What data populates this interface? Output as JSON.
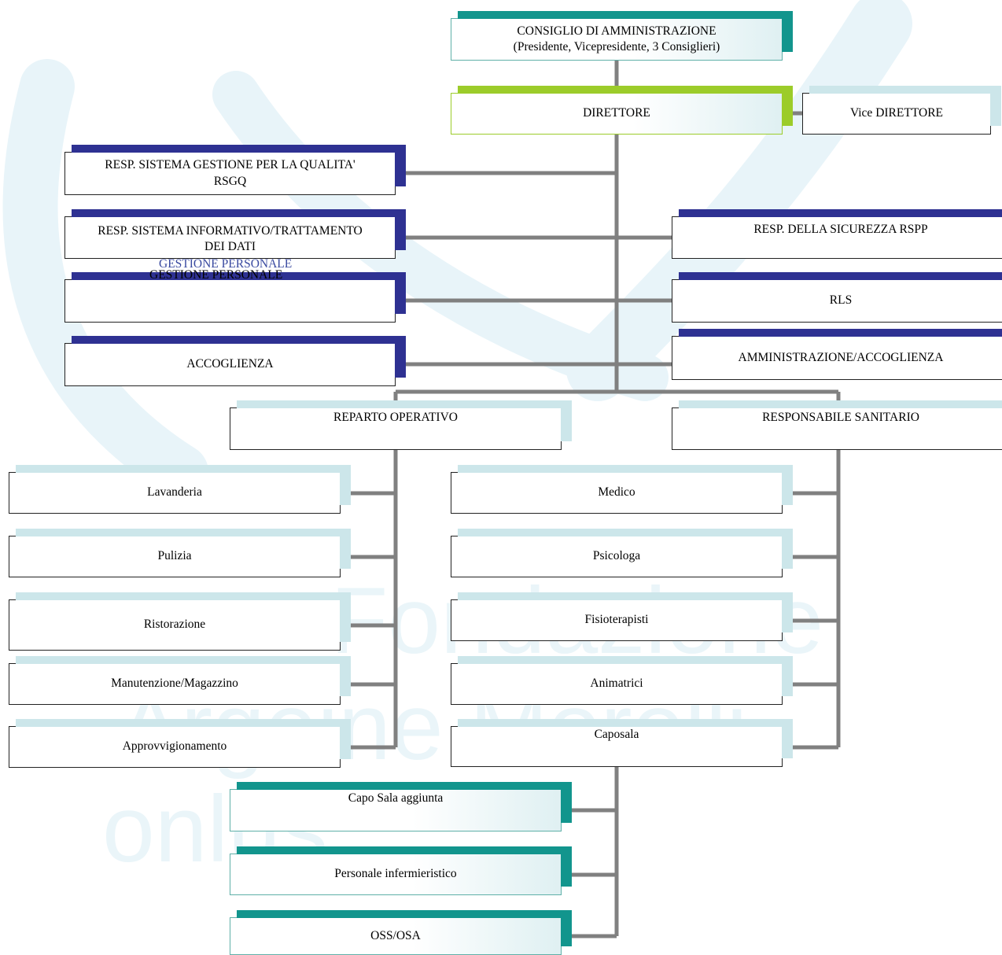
{
  "colors": {
    "connector": "#808080",
    "navy_accent": "#2e3192",
    "pale_accent": "#cce6ea",
    "teal_accent": "#12958d",
    "green_accent": "#9ccc2a",
    "watermark": "#e6f3f8"
  },
  "watermark": {
    "line1": "Fondazione",
    "line2": "Argeine Morelli",
    "line3": "onlus"
  },
  "governance": {
    "board": {
      "title": "CONSIGLIO DI AMMINISTRAZIONE",
      "members": "(Presidente, Vicepresidente, 3 Consiglieri)"
    },
    "director": "DIRETTORE",
    "vice_director": "Vice DIRETTORE"
  },
  "staff_left": {
    "quality": "RESP. SISTEMA GESTIONE PER LA QUALITA'\nRSGQ",
    "information": "RESP. SISTEMA INFORMATIVO/TRATTAMENTO\nDEI DATI",
    "personnel_overlay_top": "GESTIONE PERSONALE",
    "personnel_overlay_bottom": "GESTIONE PERSONALE",
    "reception": "ACCOGLIENZA"
  },
  "staff_right": {
    "safety": "RESP. DELLA SICUREZZA RSPP",
    "rls": "RLS",
    "administration": "AMMINISTRAZIONE/ACCOGLIENZA"
  },
  "operations": {
    "head": "REPARTO OPERATIVO",
    "units": [
      "Lavanderia",
      "Pulizia",
      "Ristorazione",
      "Manutenzione/Magazzino",
      "Approvvigionamento"
    ]
  },
  "health": {
    "head": "RESPONSABILE SANITARIO",
    "units": [
      "Medico",
      "Psicologa",
      "Fisioterapisti",
      "Animatrici",
      "Caposala"
    ]
  },
  "nursing": {
    "units": [
      "Capo Sala aggiunta",
      "Personale infermieristico",
      "OSS/OSA"
    ]
  }
}
